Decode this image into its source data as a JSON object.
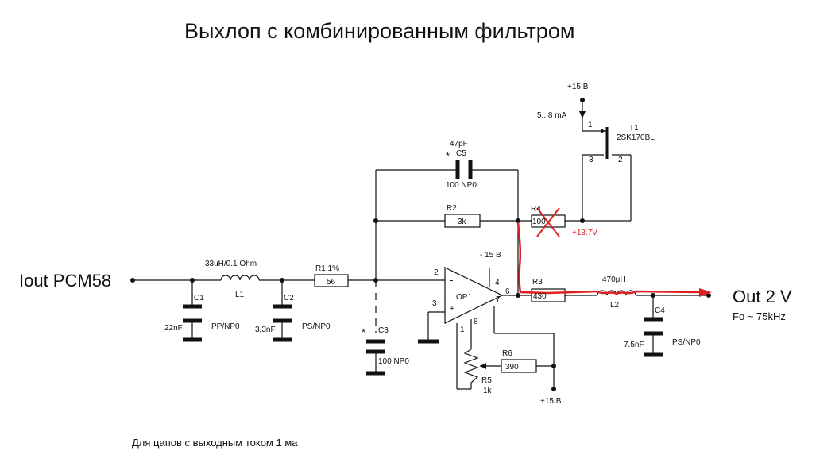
{
  "title": "Выхлоп с комбинированным фильтром",
  "footnote": "Для цапов с выходным током 1 ма",
  "io": {
    "input_label": "Iout PCM58",
    "output_label": "Out 2 V",
    "output_note": "Fo ~ 75kHz"
  },
  "components": {
    "L1": {
      "ref": "L1",
      "value": "33uH/0.1 Ohm"
    },
    "C1": {
      "ref": "C1",
      "value": "22nF",
      "type": "PP/NP0"
    },
    "C2": {
      "ref": "C2",
      "value": "3,3nF",
      "type": "PS/NP0"
    },
    "R1": {
      "ref": "R1 1%",
      "value": "56"
    },
    "C3": {
      "ref": "C3",
      "value": "100 NP0",
      "star": "*"
    },
    "C5": {
      "ref": "C5",
      "value": "47pF",
      "type": "100 NP0",
      "star": "*"
    },
    "R2": {
      "ref": "R2",
      "value": "3k"
    },
    "R4": {
      "ref": "R4",
      "value": "100"
    },
    "T1": {
      "ref": "T1",
      "model": "2SK170BL",
      "pin1": "1",
      "pin2": "2",
      "pin3": "3"
    },
    "OP1": {
      "ref": "OP1",
      "pin2": "2",
      "pin3": "3",
      "pin4": "4",
      "pin6": "6",
      "pin7": "7",
      "pin8": "8",
      "pin1": "1",
      "minus": "-",
      "plus": "+"
    },
    "R3": {
      "ref": "R3",
      "value": "430"
    },
    "L2": {
      "ref": "L2",
      "value": "470μH"
    },
    "C4": {
      "ref": "C4",
      "value": "7.5nF",
      "type": "PS/NP0"
    },
    "R5": {
      "ref": "R5",
      "value": "1k"
    },
    "R6": {
      "ref": "R6",
      "value": "390"
    }
  },
  "supplies": {
    "top": "+15 B",
    "neg": "- 15 B",
    "bottom": "+15 B",
    "current": "5...8 mA",
    "measured": "+13.7V"
  },
  "colors": {
    "wire": "#111111",
    "annotation": "#e02020"
  }
}
